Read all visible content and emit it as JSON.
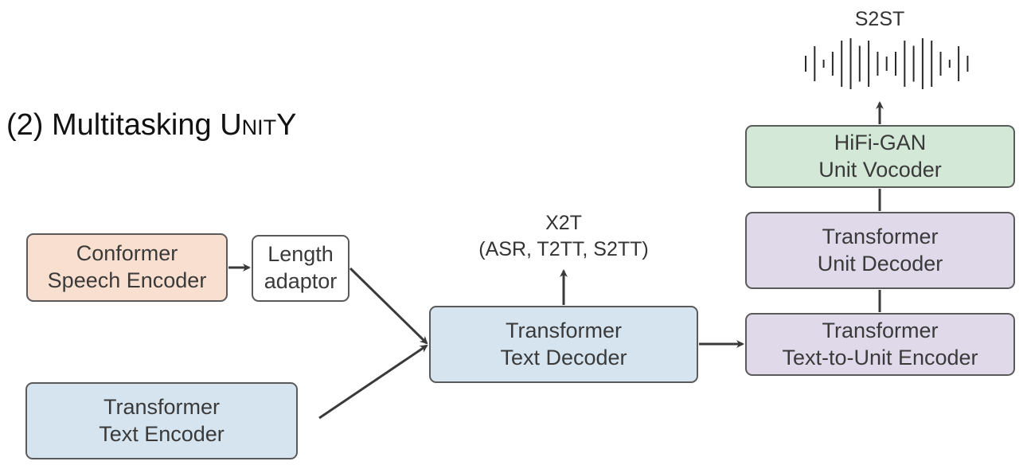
{
  "title": {
    "prefix": "(2) Multitasking ",
    "model_name": "UnitY"
  },
  "nodes": {
    "conformer": {
      "line1": "Conformer",
      "line2": "Speech Encoder",
      "fill": "#f9dfcf"
    },
    "length_adaptor": {
      "line1": "Length",
      "line2": "adaptor",
      "fill": "#ffffff"
    },
    "text_encoder": {
      "line1": "Transformer",
      "line2": "Text Encoder",
      "fill": "#d6e4ef"
    },
    "text_decoder": {
      "line1": "Transformer",
      "line2": "Text Decoder",
      "fill": "#d6e4ef"
    },
    "t2u_encoder": {
      "line1": "Transformer",
      "line2": "Text-to-Unit Encoder",
      "fill": "#e0d9ea"
    },
    "unit_decoder": {
      "line1": "Transformer",
      "line2": "Unit Decoder",
      "fill": "#e0d9ea"
    },
    "vocoder": {
      "line1": "HiFi-GAN",
      "line2": "Unit Vocoder",
      "fill": "#d4e8d7"
    }
  },
  "outputs": {
    "x2t": {
      "line1": "X2T",
      "line2": "(ASR, T2TT, S2TT)"
    },
    "s2st": {
      "label": "S2ST",
      "icon": "waveform-icon"
    }
  },
  "edges": [
    {
      "from": "conformer",
      "to": "length_adaptor",
      "arrow": true
    },
    {
      "from": "length_adaptor",
      "to": "text_decoder",
      "arrow": true
    },
    {
      "from": "text_encoder",
      "to": "text_decoder",
      "arrow": true
    },
    {
      "from": "text_decoder",
      "to": "x2t",
      "arrow": true
    },
    {
      "from": "text_decoder",
      "to": "t2u_encoder",
      "arrow": true
    },
    {
      "from": "t2u_encoder",
      "to": "unit_decoder",
      "arrow": false
    },
    {
      "from": "unit_decoder",
      "to": "vocoder",
      "arrow": false
    },
    {
      "from": "vocoder",
      "to": "s2st",
      "arrow": true
    }
  ],
  "colors": {
    "stroke": "#3a3a3a",
    "box_border": "#5a5a5a"
  }
}
